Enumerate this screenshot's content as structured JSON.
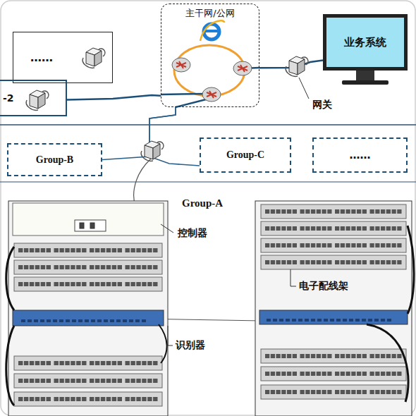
{
  "diagram": {
    "nodes": [
      {
        "text": [
          "主干网/公网"
        ]
      },
      {
        "text": [
          "……"
        ]
      },
      {
        "text": [
          "-2"
        ]
      },
      {
        "text": [
          "业务系统"
        ]
      },
      {
        "text": [
          "Group-B"
        ]
      },
      {
        "text": [
          "Group-C"
        ]
      },
      {
        "text": [
          "……"
        ]
      }
    ],
    "edges": [
      {
        "from": 2,
        "to": 0,
        "arrow": "none"
      },
      {
        "from": 0,
        "to": 3,
        "arrow": "none"
      },
      {
        "from": 0,
        "to": 4,
        "arrow": "none"
      },
      {
        "from": 0,
        "to": 5,
        "arrow": "none"
      }
    ],
    "labels": [
      "Group-A",
      "控制器",
      "电子配线架",
      "识别器",
      "网关"
    ]
  }
}
